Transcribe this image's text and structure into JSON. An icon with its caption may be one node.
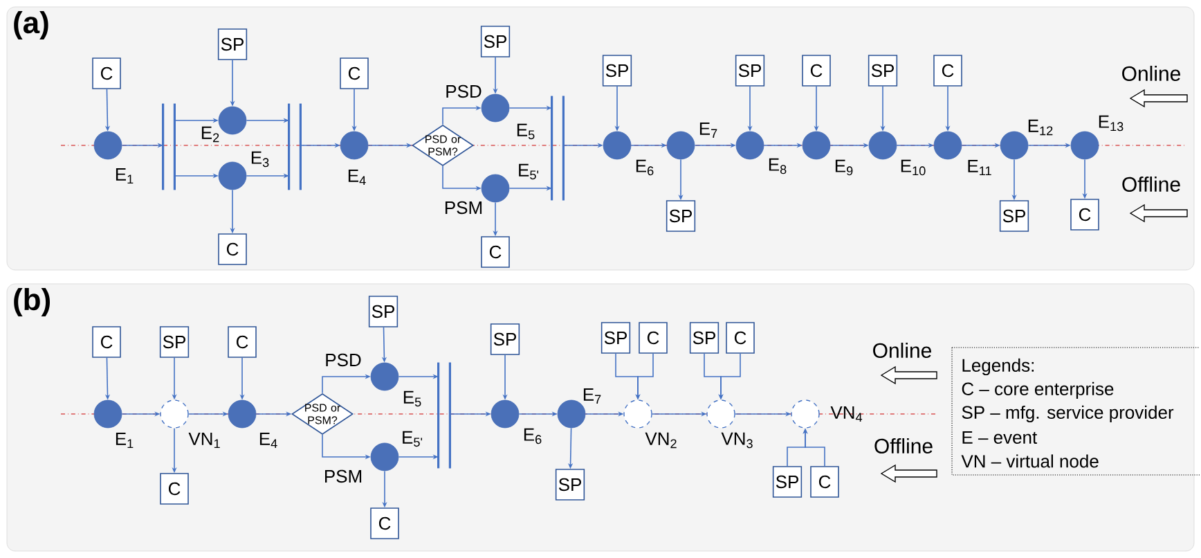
{
  "diagram": {
    "nodes": [
      {
        "text": [
          "(a)"
        ]
      },
      {
        "text": [
          "C"
        ],
        "in": 0
      },
      {
        "text": [],
        "shape": "circle",
        "beside": [
          "E$_{1}$"
        ],
        "in": 0
      },
      {
        "text": [],
        "shape": "bar",
        "in": 0
      },
      {
        "text": [
          "SP"
        ],
        "in": 0
      },
      {
        "text": [],
        "shape": "circle",
        "beside": [
          "E$_{2}$"
        ],
        "in": 0
      },
      {
        "text": [],
        "shape": "circle",
        "beside": [
          "E$_{3}$"
        ],
        "in": 0
      },
      {
        "text": [
          "C"
        ],
        "in": 0
      },
      {
        "text": [],
        "shape": "bar",
        "in": 0
      },
      {
        "text": [
          "C"
        ],
        "in": 0
      },
      {
        "text": [],
        "shape": "circle",
        "beside": [
          "E$_{4}$"
        ],
        "in": 0
      },
      {
        "text": [
          "PSD or PSM?"
        ],
        "in": 0
      },
      {
        "text": [
          "SP"
        ],
        "in": 0
      },
      {
        "text": [],
        "shape": "circle",
        "beside": [
          "E$_{5}$"
        ],
        "in": 0
      },
      {
        "text": [],
        "shape": "circle",
        "beside": [
          "E$_{5'}$"
        ],
        "in": 0
      },
      {
        "text": [
          "C"
        ],
        "in": 0
      },
      {
        "text": [],
        "shape": "bar",
        "in": 0
      },
      {
        "text": [
          "SP"
        ],
        "in": 0
      },
      {
        "text": [],
        "shape": "circle",
        "beside": [
          "E$_{6}$"
        ],
        "in": 0
      },
      {
        "text": [],
        "shape": "circle",
        "beside": [
          "E$_{7}$"
        ],
        "in": 0
      },
      {
        "text": [
          "SP"
        ],
        "in": 0
      },
      {
        "text": [
          "SP"
        ],
        "in": 0
      },
      {
        "text": [],
        "shape": "circle",
        "beside": [
          "E$_{8}$"
        ],
        "in": 0
      },
      {
        "text": [
          "C"
        ],
        "in": 0
      },
      {
        "text": [],
        "shape": "circle",
        "beside": [
          "E$_{9}$"
        ],
        "in": 0
      },
      {
        "text": [
          "SP"
        ],
        "in": 0
      },
      {
        "text": [],
        "shape": "circle",
        "beside": [
          "E$_{10}$"
        ],
        "in": 0
      },
      {
        "text": [
          "C"
        ],
        "in": 0
      },
      {
        "text": [],
        "shape": "circle",
        "beside": [
          "E$_{11}$"
        ],
        "in": 0
      },
      {
        "text": [],
        "shape": "circle",
        "beside": [
          "E$_{12}$"
        ],
        "in": 0
      },
      {
        "text": [
          "SP"
        ],
        "in": 0
      },
      {
        "text": [],
        "shape": "circle",
        "beside": [
          "E$_{13}$"
        ],
        "in": 0
      },
      {
        "text": [
          "C"
        ],
        "in": 0
      },
      {
        "text": [
          "(b)"
        ]
      },
      {
        "text": [
          "C"
        ],
        "in": 33
      },
      {
        "text": [],
        "shape": "circle",
        "beside": [
          "E$_{1}$"
        ],
        "in": 33
      },
      {
        "text": [
          "SP"
        ],
        "in": 33
      },
      {
        "text": [],
        "shape": "circle",
        "beside": [
          "VN$_{1}$"
        ],
        "in": 33
      },
      {
        "text": [
          "C"
        ],
        "in": 33
      },
      {
        "text": [
          "C"
        ],
        "in": 33
      },
      {
        "text": [],
        "shape": "circle",
        "beside": [
          "E$_{4}$"
        ],
        "in": 33
      },
      {
        "text": [
          "PSD or PSM?"
        ],
        "in": 33
      },
      {
        "text": [
          "SP"
        ],
        "in": 33
      },
      {
        "text": [],
        "shape": "circle",
        "beside": [
          "E$_{5}$"
        ],
        "in": 33
      },
      {
        "text": [],
        "shape": "circle",
        "beside": [
          "E$_{5'}$"
        ],
        "in": 33
      },
      {
        "text": [
          "C"
        ],
        "in": 33
      },
      {
        "text": [],
        "shape": "bar",
        "in": 33
      },
      {
        "text": [
          "SP"
        ],
        "in": 33
      },
      {
        "text": [],
        "shape": "circle",
        "beside": [
          "E$_{6}$"
        ],
        "in": 33
      },
      {
        "text": [],
        "shape": "circle",
        "beside": [
          "E$_{7}$"
        ],
        "in": 33
      },
      {
        "text": [
          "SP"
        ],
        "in": 33
      },
      {
        "text": [
          "SP"
        ],
        "in": 33
      },
      {
        "text": [
          "C"
        ],
        "in": 33
      },
      {
        "text": [],
        "shape": "circle",
        "beside": [
          "VN$_{2}$"
        ],
        "in": 33
      },
      {
        "text": [
          "SP"
        ],
        "in": 33
      },
      {
        "text": [
          "C"
        ],
        "in": 33
      },
      {
        "text": [],
        "shape": "circle",
        "beside": [
          "VN$_{3}$"
        ],
        "in": 33
      },
      {
        "text": [],
        "shape": "circle",
        "beside": [
          "VN$_{4}$"
        ],
        "in": 33
      },
      {
        "text": [
          "SP"
        ],
        "in": 33
      },
      {
        "text": [
          "C"
        ],
        "in": 33
      }
    ],
    "edges": [
      {
        "from": 1,
        "to": 2,
        "arrow": "to"
      },
      {
        "from": 2,
        "to": 3,
        "arrow": "to"
      },
      {
        "from": 3,
        "to": 5,
        "arrow": "to"
      },
      {
        "from": 3,
        "to": 6,
        "arrow": "to"
      },
      {
        "from": 4,
        "to": 5,
        "arrow": "to"
      },
      {
        "from": 6,
        "to": 7,
        "arrow": "to"
      },
      {
        "from": 5,
        "to": 8,
        "arrow": "to"
      },
      {
        "from": 6,
        "to": 8,
        "arrow": "to"
      },
      {
        "from": 8,
        "to": 10,
        "arrow": "to"
      },
      {
        "from": 9,
        "to": 10,
        "arrow": "to"
      },
      {
        "from": 10,
        "to": 11,
        "arrow": "to"
      },
      {
        "from": 11,
        "to": 13,
        "arrow": "to",
        "label": "PSD"
      },
      {
        "from": 11,
        "to": 14,
        "arrow": "to",
        "label": "PSM"
      },
      {
        "from": 12,
        "to": 13,
        "arrow": "to"
      },
      {
        "from": 14,
        "to": 15,
        "arrow": "to"
      },
      {
        "from": 13,
        "to": 16,
        "arrow": "to"
      },
      {
        "from": 14,
        "to": 16,
        "arrow": "to"
      },
      {
        "from": 16,
        "to": 18,
        "arrow": "to"
      },
      {
        "from": 17,
        "to": 18,
        "arrow": "to"
      },
      {
        "from": 18,
        "to": 19,
        "arrow": "to"
      },
      {
        "from": 19,
        "to": 20,
        "arrow": "to"
      },
      {
        "from": 19,
        "to": 22,
        "arrow": "to"
      },
      {
        "from": 21,
        "to": 22,
        "arrow": "to"
      },
      {
        "from": 22,
        "to": 24,
        "arrow": "to"
      },
      {
        "from": 23,
        "to": 24,
        "arrow": "to"
      },
      {
        "from": 24,
        "to": 26,
        "arrow": "to"
      },
      {
        "from": 25,
        "to": 26,
        "arrow": "to"
      },
      {
        "from": 26,
        "to": 28,
        "arrow": "to"
      },
      {
        "from": 27,
        "to": 28,
        "arrow": "to"
      },
      {
        "from": 28,
        "to": 29,
        "arrow": "to"
      },
      {
        "from": 29,
        "to": 30,
        "arrow": "to"
      },
      {
        "from": 29,
        "to": 31,
        "arrow": "to"
      },
      {
        "from": 31,
        "to": 32,
        "arrow": "to"
      },
      {
        "from": 34,
        "to": 35,
        "arrow": "to"
      },
      {
        "from": 35,
        "to": 37,
        "arrow": "to"
      },
      {
        "from": 36,
        "to": 37,
        "arrow": "to"
      },
      {
        "from": 37,
        "to": 38,
        "arrow": "to"
      },
      {
        "from": 37,
        "to": 40,
        "arrow": "to"
      },
      {
        "from": 39,
        "to": 40,
        "arrow": "to"
      },
      {
        "from": 40,
        "to": 41,
        "arrow": "to"
      },
      {
        "from": 41,
        "to": 43,
        "arrow": "to",
        "label": "PSD"
      },
      {
        "from": 41,
        "to": 44,
        "arrow": "to",
        "label": "PSM"
      },
      {
        "from": 42,
        "to": 43,
        "arrow": "to"
      },
      {
        "from": 44,
        "to": 45,
        "arrow": "to"
      },
      {
        "from": 43,
        "to": 46,
        "arrow": "to"
      },
      {
        "from": 44,
        "to": 46,
        "arrow": "to"
      },
      {
        "from": 46,
        "to": 48,
        "arrow": "to"
      },
      {
        "from": 47,
        "to": 48,
        "arrow": "to"
      },
      {
        "from": 48,
        "to": 49,
        "arrow": "to"
      },
      {
        "from": 49,
        "to": 50,
        "arrow": "to"
      },
      {
        "from": 49,
        "to": 53,
        "arrow": "to"
      },
      {
        "from": 51,
        "to": 53,
        "arrow": "to"
      },
      {
        "from": 52,
        "to": 53,
        "arrow": "to"
      },
      {
        "from": 53,
        "to": 56,
        "arrow": "to"
      },
      {
        "from": 54,
        "to": 56,
        "arrow": "to"
      },
      {
        "from": 55,
        "to": 56,
        "arrow": "to"
      },
      {
        "from": 56,
        "to": 57,
        "arrow": "to"
      },
      {
        "from": 58,
        "to": 57,
        "arrow": "to"
      },
      {
        "from": 59,
        "to": 57,
        "arrow": "to"
      }
    ],
    "labels": [
      "Online",
      "Offline",
      "Online",
      "Offline",
      "Legends:"
    ],
    "legend": [
      {
        "text": "C – core enterprise"
      },
      {
        "text": "SP – mfg. service provider"
      },
      {
        "text": "E – event"
      },
      {
        "text": "VN – virtual node"
      }
    ]
  }
}
